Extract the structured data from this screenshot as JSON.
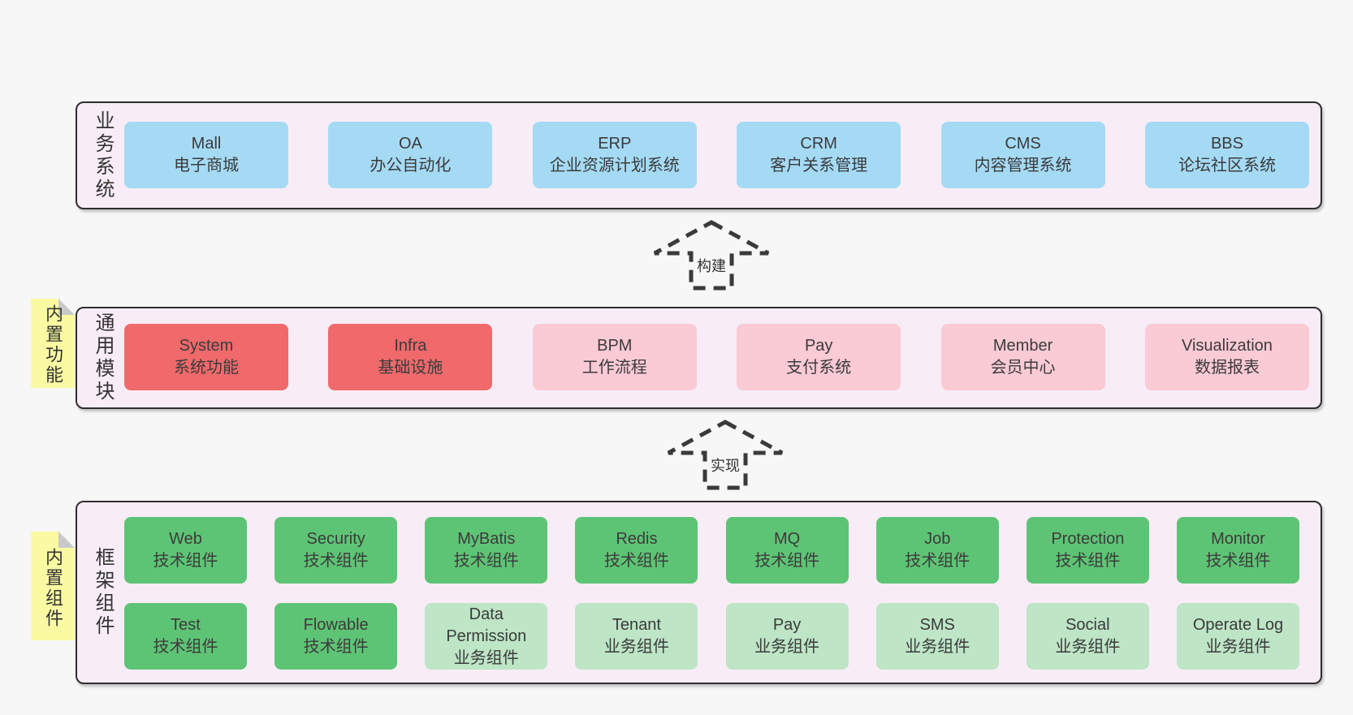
{
  "diagram": {
    "layers": {
      "business": {
        "label": "业务系统",
        "boxes": [
          {
            "title": "Mall",
            "subtitle": "电子商城"
          },
          {
            "title": "OA",
            "subtitle": "办公自动化"
          },
          {
            "title": "ERP",
            "subtitle": "企业资源计划系统"
          },
          {
            "title": "CRM",
            "subtitle": "客户关系管理"
          },
          {
            "title": "CMS",
            "subtitle": "内容管理系统"
          },
          {
            "title": "BBS",
            "subtitle": "论坛社区系统"
          }
        ]
      },
      "modules": {
        "label": "通用模块",
        "side_note": "内置功能",
        "boxes": [
          {
            "title": "System",
            "subtitle": "系统功能"
          },
          {
            "title": "Infra",
            "subtitle": "基础设施"
          },
          {
            "title": "BPM",
            "subtitle": "工作流程"
          },
          {
            "title": "Pay",
            "subtitle": "支付系统"
          },
          {
            "title": "Member",
            "subtitle": "会员中心"
          },
          {
            "title": "Visualization",
            "subtitle": "数据报表"
          }
        ]
      },
      "components": {
        "label": "框架组件",
        "side_note": "内置组件",
        "row1": [
          {
            "title": "Web",
            "subtitle": "技术组件"
          },
          {
            "title": "Security",
            "subtitle": "技术组件"
          },
          {
            "title": "MyBatis",
            "subtitle": "技术组件"
          },
          {
            "title": "Redis",
            "subtitle": "技术组件"
          },
          {
            "title": "MQ",
            "subtitle": "技术组件"
          },
          {
            "title": "Job",
            "subtitle": "技术组件"
          },
          {
            "title": "Protection",
            "subtitle": "技术组件"
          },
          {
            "title": "Monitor",
            "subtitle": "技术组件"
          }
        ],
        "row2": [
          {
            "title": "Test",
            "subtitle": "技术组件"
          },
          {
            "title": "Flowable",
            "subtitle": "技术组件"
          },
          {
            "title": "Data Permission",
            "subtitle": "业务组件"
          },
          {
            "title": "Tenant",
            "subtitle": "业务组件"
          },
          {
            "title": "Pay",
            "subtitle": "业务组件"
          },
          {
            "title": "SMS",
            "subtitle": "业务组件"
          },
          {
            "title": "Social",
            "subtitle": "业务组件"
          },
          {
            "title": "Operate Log",
            "subtitle": "业务组件"
          }
        ]
      }
    },
    "arrows": [
      {
        "label": "构建"
      },
      {
        "label": "实现"
      }
    ],
    "colors": {
      "page_bg": "#f7f7f7",
      "container_fill": "#f8edf6",
      "container_border": "#2e2e2e",
      "blue": "#a5daf5",
      "red": "#f0696b",
      "pink": "#facad5",
      "green_dark": "#5ec475",
      "green_light": "#bde5c6",
      "sticky_yellow": "#fafaa2",
      "sticky_fold": "#c9c9c9",
      "text": "#3b3b3b",
      "arrow": "#3a3a3a"
    }
  }
}
